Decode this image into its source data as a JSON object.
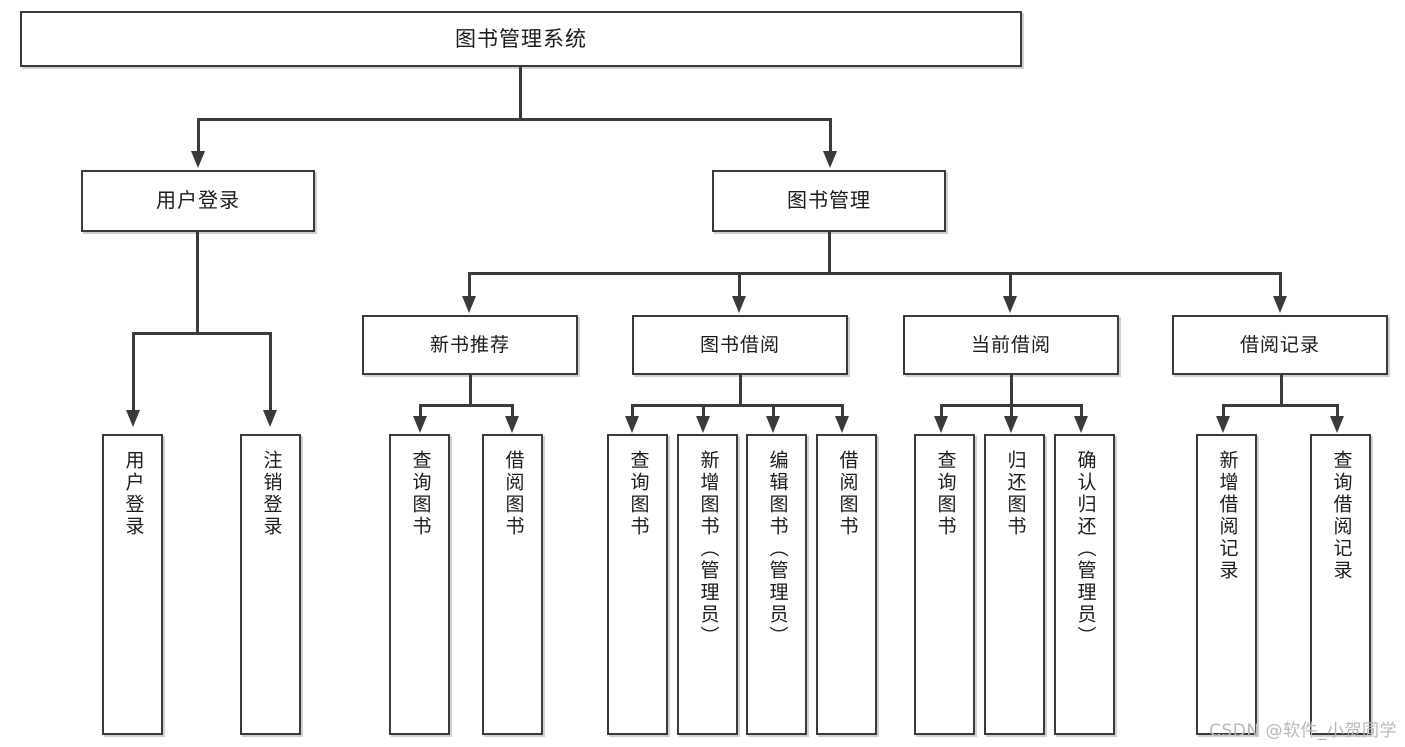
{
  "diagram": {
    "title_node": {
      "label": "图书管理系统"
    },
    "level2": [
      {
        "id": "user-login",
        "label": "用户登录"
      },
      {
        "id": "book-manage",
        "label": "图书管理"
      }
    ],
    "level3": [
      {
        "id": "new-book-recommend",
        "label": "新书推荐"
      },
      {
        "id": "book-borrow",
        "label": "图书借阅"
      },
      {
        "id": "current-borrow",
        "label": "当前借阅"
      },
      {
        "id": "borrow-record",
        "label": "借阅记录"
      }
    ],
    "leaves": {
      "user_login": [
        {
          "id": "leaf-user-login",
          "label": "用户登录"
        },
        {
          "id": "leaf-user-logout",
          "label": "注销登录"
        }
      ],
      "new_book_recommend": [
        {
          "id": "leaf-query-book-1",
          "label": "查询图书"
        },
        {
          "id": "leaf-borrow-book-1",
          "label": "借阅图书"
        }
      ],
      "book_borrow": [
        {
          "id": "leaf-query-book-2",
          "label": "查询图书"
        },
        {
          "id": "leaf-add-book",
          "label": "新增图书（管理员）"
        },
        {
          "id": "leaf-edit-book",
          "label": "编辑图书（管理员）"
        },
        {
          "id": "leaf-borrow-book-2",
          "label": "借阅图书"
        }
      ],
      "current_borrow": [
        {
          "id": "leaf-query-book-3",
          "label": "查询图书"
        },
        {
          "id": "leaf-return-book",
          "label": "归还图书"
        },
        {
          "id": "leaf-confirm-return",
          "label": "确认归还（管理员）"
        }
      ],
      "borrow_record": [
        {
          "id": "leaf-add-record",
          "label": "新增借阅记录"
        },
        {
          "id": "leaf-query-record",
          "label": "查询借阅记录"
        }
      ]
    }
  },
  "watermark": {
    "text": "CSDN @软件_小贺同学"
  },
  "colors": {
    "stroke": "#3a3a3a",
    "background": "#ffffff",
    "text": "#1b1b1b",
    "watermark": "#b9b9b9"
  }
}
